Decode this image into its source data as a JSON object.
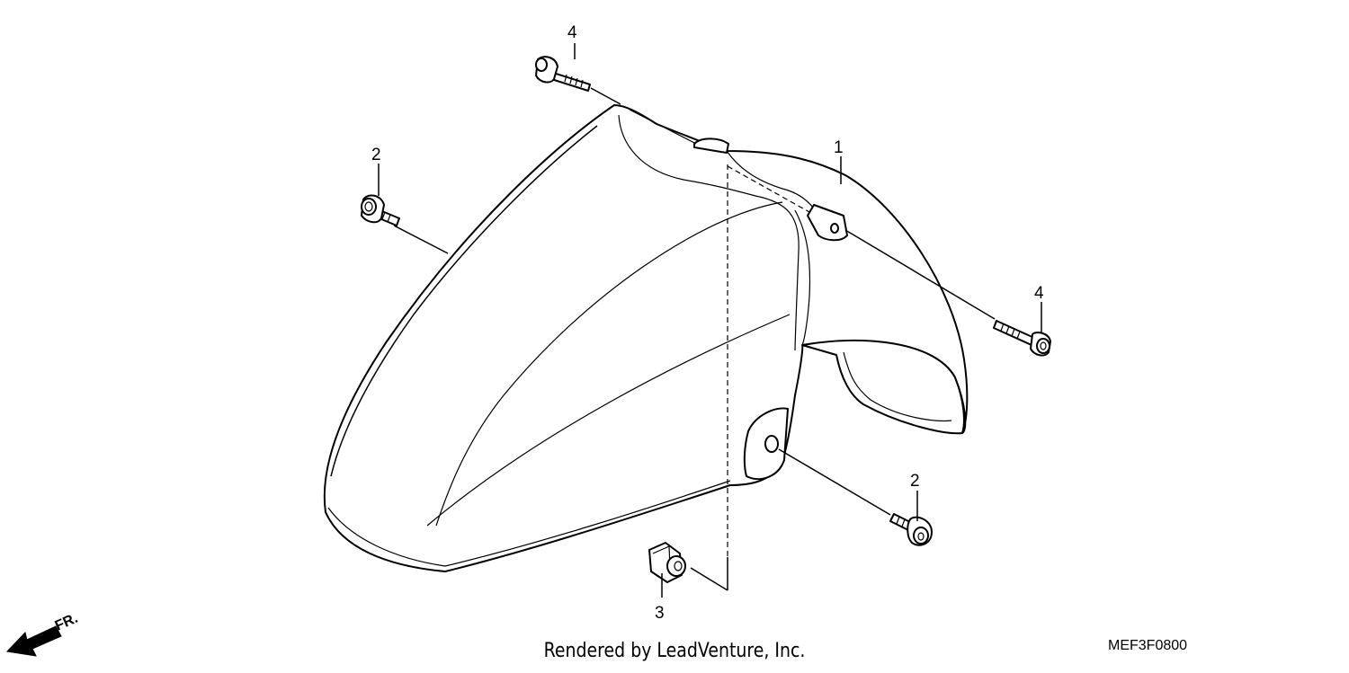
{
  "diagram": {
    "callouts": {
      "part1": "1",
      "part2_left": "2",
      "part2_right": "2",
      "part3": "3",
      "part4_top": "4",
      "part4_right": "4"
    },
    "direction_label": "FR.",
    "credit": "Rendered by LeadVenture, Inc.",
    "diagram_code": "MEF3F0800"
  }
}
